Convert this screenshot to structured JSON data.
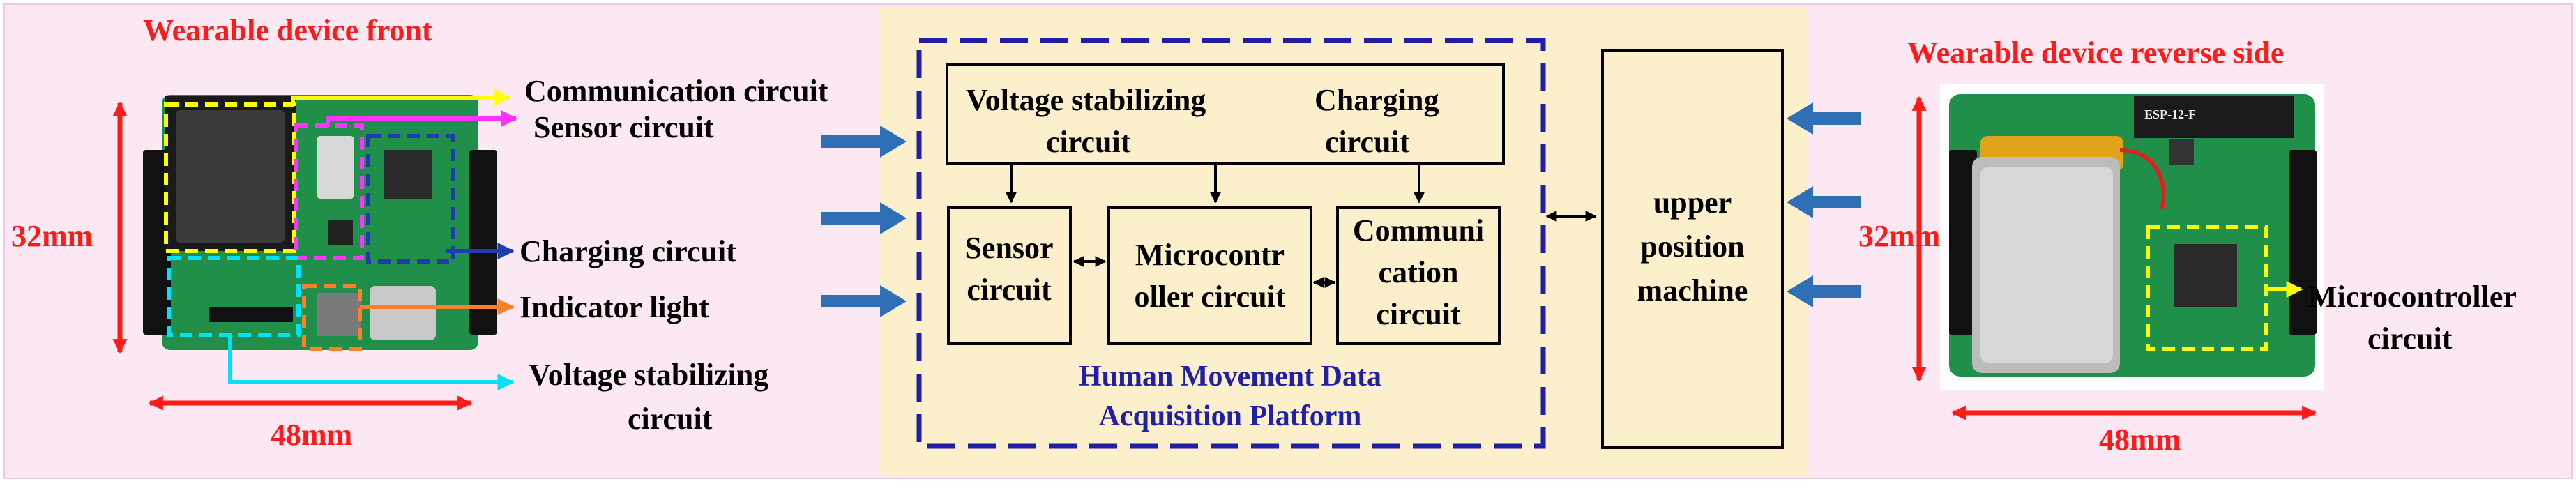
{
  "colors": {
    "outer_bg": "#fce8f3",
    "center_bg": "#fbefcc",
    "pcb_green": "#1f8f4a",
    "dashed_blue": "#1f1fa8",
    "arrow_blue": "#2f6fb6",
    "dim_red": "#ff1a1a",
    "cyan": "#00e0ff",
    "magenta": "#ff33ff",
    "yellow": "#ffff00",
    "orange": "#ff7f2a",
    "navy": "#1f3bb0"
  },
  "front": {
    "title": "Wearable device front",
    "width_label": "48mm",
    "height_label": "32mm",
    "labels": {
      "communication": "Communication circuit",
      "sensor": "Sensor circuit",
      "charging": "Charging circuit",
      "indicator": "Indicator light",
      "voltage_line1": "Voltage stabilizing",
      "voltage_line2": "circuit"
    }
  },
  "platform": {
    "voltage_line1": "Voltage stabilizing",
    "voltage_line2": "circuit",
    "charging_line1": "Charging",
    "charging_line2": "circuit",
    "sensor_line1": "Sensor",
    "sensor_line2": "circuit",
    "micro_line1": "Microcontr",
    "micro_line2": "oller circuit",
    "comm_line1": "Communi",
    "comm_line2": "cation",
    "comm_line3": "circuit",
    "caption_line1": "Human Movement Data",
    "caption_line2": "Acquisition Platform"
  },
  "upper": {
    "line1": "upper",
    "line2": "position",
    "line3": "machine"
  },
  "back": {
    "title": "Wearable device reverse side",
    "width_label": "48mm",
    "height_label": "32mm",
    "micro_line1": "Microcontroller",
    "micro_line2": "circuit",
    "chip_text": "ESP-12-F"
  }
}
